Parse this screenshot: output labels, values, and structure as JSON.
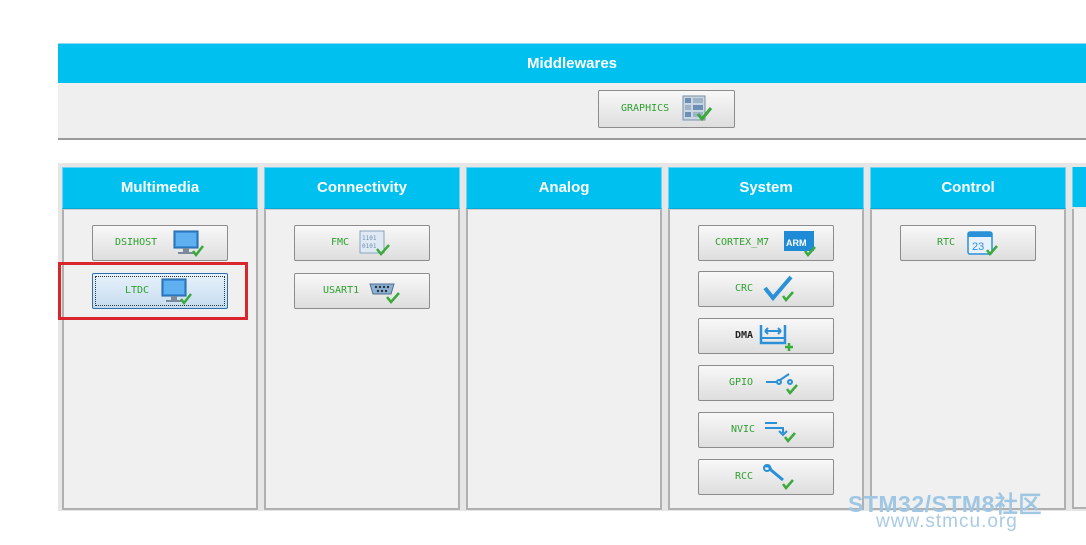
{
  "middlewares": {
    "title": "Middlewares",
    "items": [
      {
        "label": "GRAPHICS",
        "icon": "graphics-icon",
        "status": "enabled"
      }
    ]
  },
  "categories": [
    {
      "title": "Multimedia",
      "items": [
        {
          "label": "DSIHOST",
          "icon": "monitor-icon",
          "status": "enabled"
        },
        {
          "label": "LTDC",
          "icon": "monitor-icon",
          "status": "enabled",
          "selected": true
        }
      ]
    },
    {
      "title": "Connectivity",
      "items": [
        {
          "label": "FMC",
          "icon": "memory-chip-icon",
          "status": "enabled"
        },
        {
          "label": "USART1",
          "icon": "serial-port-icon",
          "status": "enabled"
        }
      ]
    },
    {
      "title": "Analog",
      "items": []
    },
    {
      "title": "System",
      "items": [
        {
          "label": "CORTEX_M7",
          "icon": "arm-icon",
          "status": "enabled"
        },
        {
          "label": "CRC",
          "icon": "checkmark-icon",
          "status": "enabled"
        },
        {
          "label": "DMA",
          "icon": "dma-icon",
          "status": "add"
        },
        {
          "label": "GPIO",
          "icon": "switch-icon",
          "status": "enabled"
        },
        {
          "label": "NVIC",
          "icon": "interrupt-icon",
          "status": "enabled"
        },
        {
          "label": "RCC",
          "icon": "wrench-icon",
          "status": "enabled"
        }
      ]
    },
    {
      "title": "Control",
      "items": [
        {
          "label": "RTC",
          "icon": "calendar-icon",
          "calendar_day": "23",
          "status": "enabled"
        }
      ]
    }
  ],
  "watermark": {
    "line1": "STM32/STM8社区",
    "line2": "www.stmcu.org"
  },
  "colors": {
    "header": "#00c0f0",
    "ok": "#3aaa3a",
    "highlight": "#d9262c"
  }
}
